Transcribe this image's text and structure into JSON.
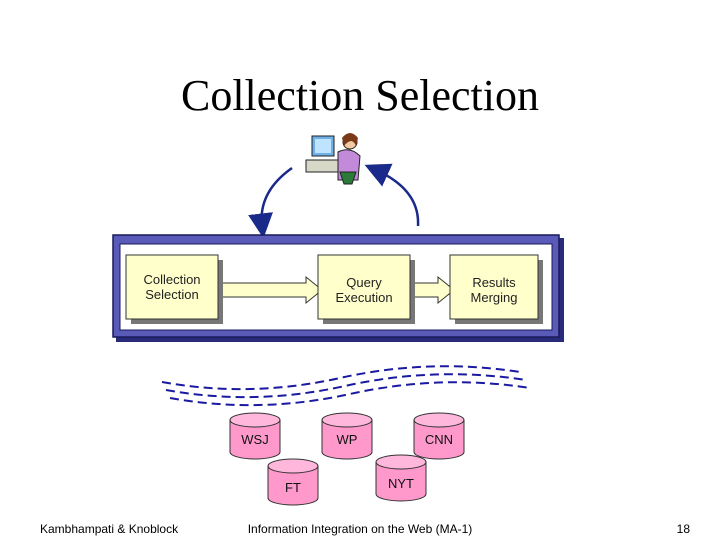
{
  "title": "Collection Selection",
  "pipeline": {
    "stages": [
      {
        "label_line1": "Collection",
        "label_line2": "Selection"
      },
      {
        "label_line1": "Query",
        "label_line2": "Execution"
      },
      {
        "label_line1": "Results",
        "label_line2": "Merging"
      }
    ]
  },
  "user_icon": "user-at-computer-icon",
  "databases": [
    "WSJ",
    "WP",
    "CNN",
    "FT",
    "NYT"
  ],
  "colors": {
    "frame_border": "#2a2a7a",
    "frame_fill": "#5a5ab8",
    "box_fill": "#ffffcc",
    "arrow_fill": "#ffffcc",
    "db_fill": "#ff99cc",
    "dashes": "#1a1aa0",
    "curve_arrows": "#1a2a8a"
  },
  "footer": {
    "left": "Kambhampati & Knoblock",
    "center": "Information Integration on the Web (MA-1)",
    "page": "18"
  }
}
